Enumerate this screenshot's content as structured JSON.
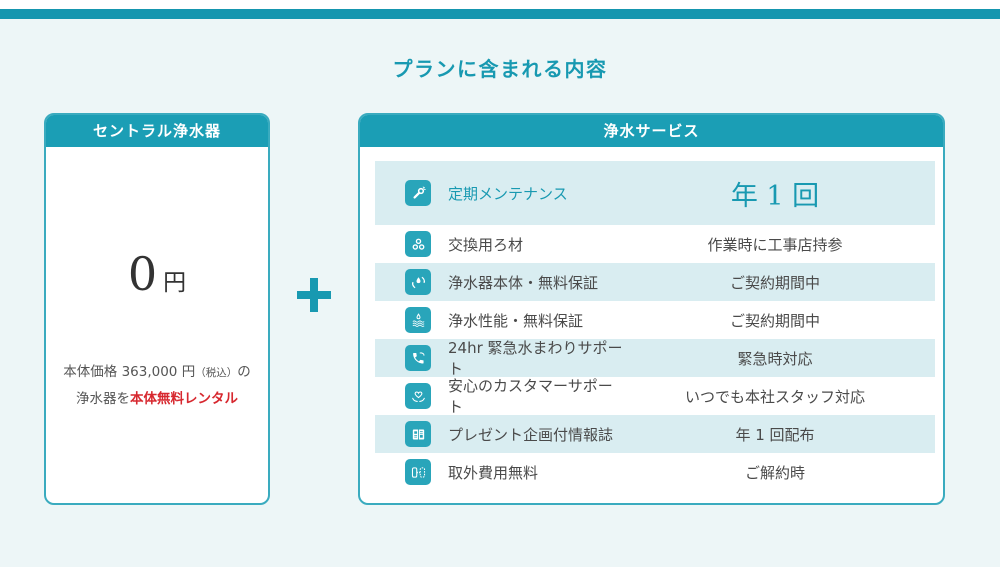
{
  "page": {
    "title": "プランに含まれる内容",
    "accent_color": "#1b9eb5",
    "background_color": "#edf6f7",
    "row_highlight_color": "#d9edf1",
    "red_color": "#d7282f"
  },
  "left_card": {
    "header": "セントラル浄水器",
    "price_number": "0",
    "price_unit": "円",
    "note_line1": "本体価格 363,000 円",
    "note_line1_small": "（税込）",
    "note_line1_tail": "の",
    "note_line2": "浄水器を",
    "note_line2_red": "本体無料レンタル"
  },
  "plus": {
    "icon": "plus-icon"
  },
  "right_card": {
    "header": "浄水サービス",
    "rows": [
      {
        "icon": "wrench-icon",
        "label": "定期メンテナンス",
        "value": "年 1 回",
        "featured": true
      },
      {
        "icon": "filter-media-icon",
        "label": "交換用ろ材",
        "value": "作業時に工事店持参"
      },
      {
        "icon": "recycle-drop-icon",
        "label": "浄水器本体・無料保証",
        "value": "ご契約期間中"
      },
      {
        "icon": "water-drop-waves-icon",
        "label": "浄水性能・無料保証",
        "value": "ご契約期間中"
      },
      {
        "icon": "phone-icon",
        "label": "24hr 緊急水まわりサポート",
        "value": "緊急時対応"
      },
      {
        "icon": "heart-hands-icon",
        "label": "安心のカスタマーサポート",
        "value": "いつでも本社スタッフ対応"
      },
      {
        "icon": "magazine-icon",
        "label": "プレゼント企画付情報誌",
        "value": "年 1 回配布"
      },
      {
        "icon": "detach-icon",
        "label": "取外費用無料",
        "value": "ご解約時"
      }
    ]
  }
}
